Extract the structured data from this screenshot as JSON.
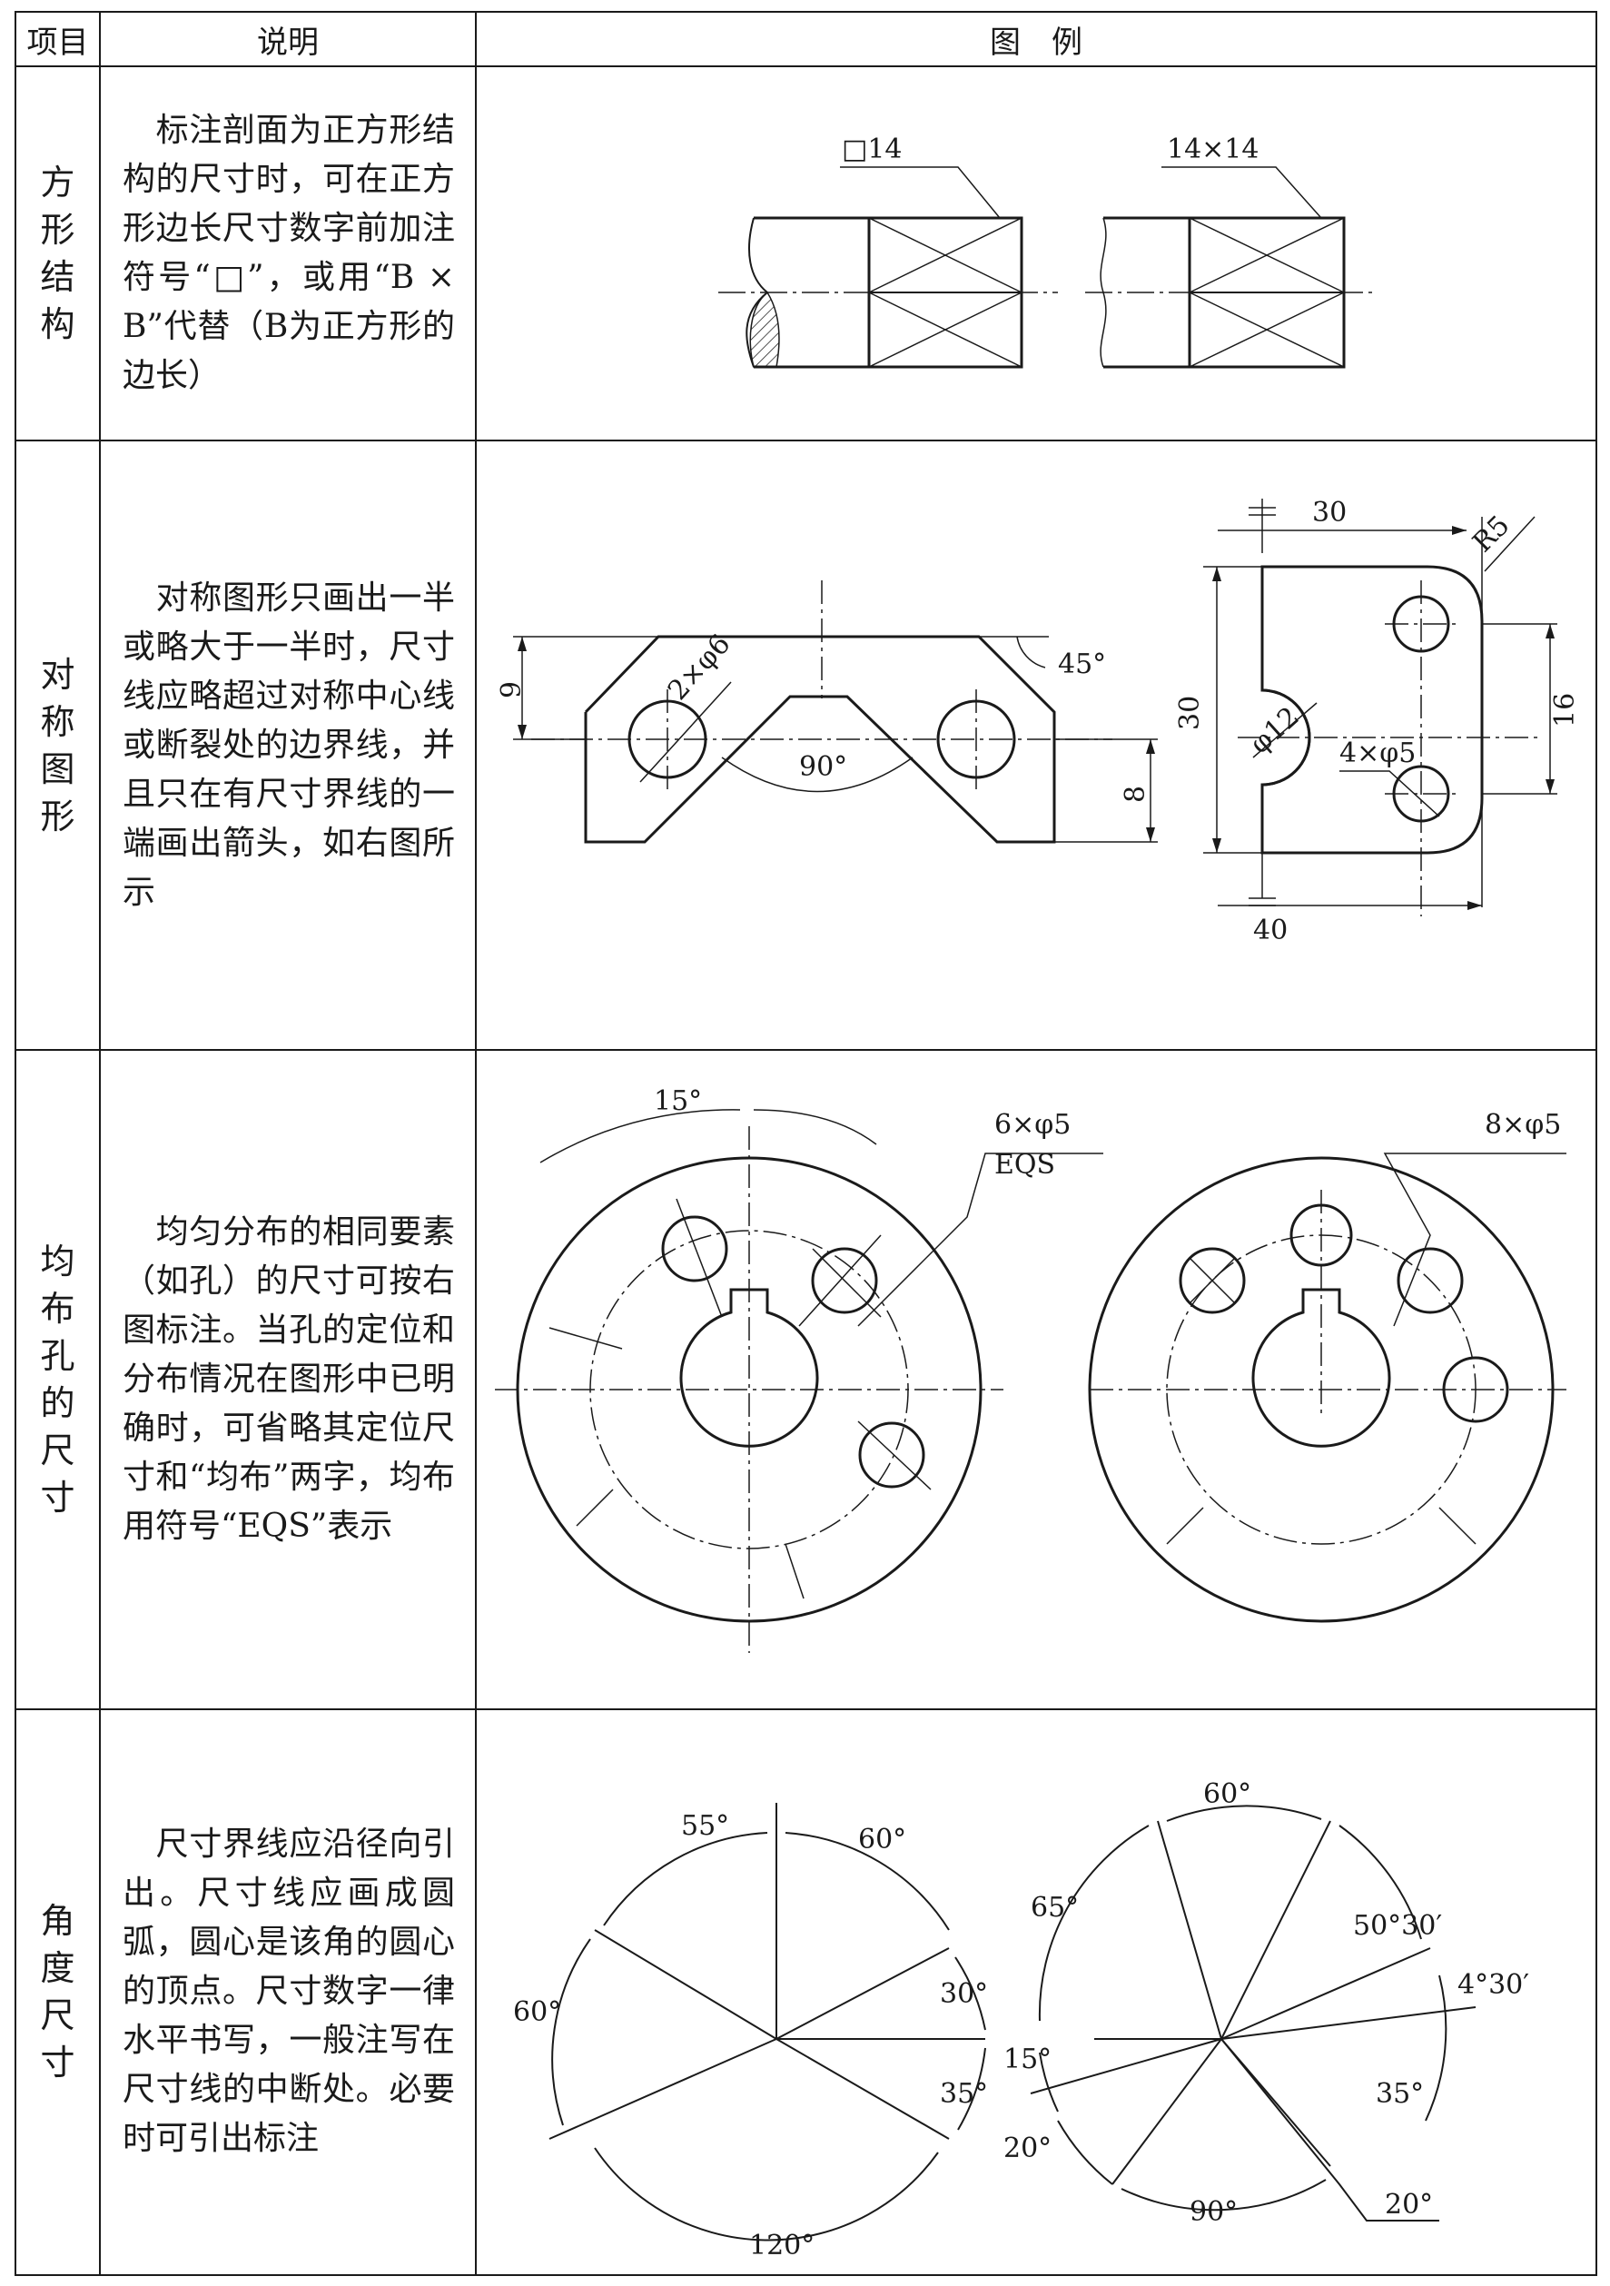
{
  "headers": {
    "item": "项目",
    "description": "说明",
    "example": "图　例"
  },
  "rows": [
    {
      "item": [
        "方",
        "形",
        "结",
        "构"
      ],
      "description": "　标注剖面为正方形结构的尺寸时，可在正方形边长尺寸数字前加注符号“□”，或用“B × B”代替（B为正方形的边长）",
      "labels": {
        "left": "□14",
        "right": "14×14"
      }
    },
    {
      "item": [
        "对",
        "称",
        "图",
        "形"
      ],
      "description": "　对称图形只画出一半或略大于一半时，尺寸线应略超过对称中心线或断裂处的边界线，并且只在有尺寸界线的一端画出箭头，如右图所示",
      "labels": {
        "dim_9": "9",
        "holes": "2×φ6",
        "angle_45": "45°",
        "angle_90": "90°",
        "dim_8": "8",
        "width_30": "30",
        "radius": "R5",
        "height_30": "30",
        "diameter_12": "φ12",
        "dim_16": "16",
        "holes_4": "4×φ5",
        "width_40": "40"
      }
    },
    {
      "item": [
        "均",
        "布",
        "孔",
        "的",
        "尺",
        "寸"
      ],
      "description": "　均匀分布的相同要素（如孔）的尺寸可按右图标注。当孔的定位和分布情况在图形中已明确时，可省略其定位尺寸和“均布”两字，均布用符号“EQS”表示",
      "labels": {
        "angle": "15°",
        "holes_left": "6×φ5",
        "eqs": "EQS",
        "holes_right": "8×φ5"
      }
    },
    {
      "item": [
        "角",
        "度",
        "尺",
        "寸"
      ],
      "description": "　尺寸界线应沿径向引出。尺寸线应画成圆弧，圆心是该角的圆心的顶点。尺寸数字一律水平书写，一般注写在尺寸线的中断处。必要时可引出标注",
      "labels": {
        "left": [
          "55°",
          "60°",
          "30°",
          "35°",
          "120°",
          "60°"
        ],
        "right": [
          "60°",
          "65°",
          "50°30′",
          "4°30′",
          "15°",
          "35°",
          "20°",
          "90°",
          "20°"
        ]
      }
    }
  ]
}
